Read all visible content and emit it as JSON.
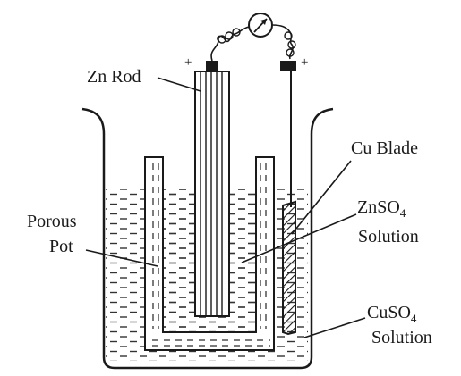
{
  "labels": {
    "zn_rod": "Zn Rod",
    "cu_blade": "Cu Blade",
    "porous_pot_line1": "Porous",
    "porous_pot_line2": "Pot",
    "znso4_formula_base": "ZnSO",
    "znso4_formula_sub": "4",
    "znso4_solution": "Solution",
    "cuso4_formula_base": "CuSO",
    "cuso4_formula_sub": "4",
    "cuso4_solution": "Solution",
    "plus_left": "+",
    "plus_right": "+"
  },
  "icons": [
    "galvanometer-icon"
  ]
}
